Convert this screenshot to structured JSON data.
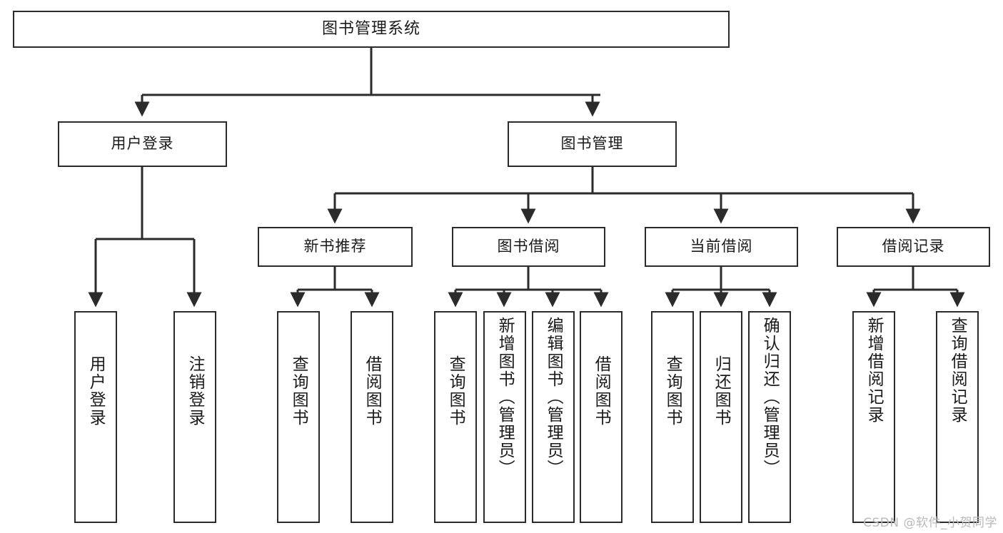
{
  "diagram": {
    "type": "tree",
    "title": "图书管理系统",
    "orientation": "top-down",
    "colors": {
      "stroke": "#2b2b2b",
      "fill": "#ffffff",
      "text": "#1a1a1a",
      "watermark": "#b9b9b9"
    },
    "nodes": {
      "root": {
        "label": "图书管理系统"
      },
      "level2": [
        {
          "id": "user-login",
          "label": "用户登录"
        },
        {
          "id": "book-manage",
          "label": "图书管理"
        }
      ],
      "level3": [
        {
          "id": "new-book-recommend",
          "label": "新书推荐"
        },
        {
          "id": "book-borrow",
          "label": "图书借阅"
        },
        {
          "id": "current-borrow",
          "label": "当前借阅"
        },
        {
          "id": "borrow-record",
          "label": "借阅记录"
        }
      ],
      "leaves": [
        {
          "id": "leaf-user-login",
          "label": "用户登录",
          "parent": "user-login"
        },
        {
          "id": "leaf-logout-login",
          "label": "注销登录",
          "parent": "user-login"
        },
        {
          "id": "leaf-query-book-1",
          "label": "查询图书",
          "parent": "new-book-recommend"
        },
        {
          "id": "leaf-borrow-book-1",
          "label": "借阅图书",
          "parent": "new-book-recommend"
        },
        {
          "id": "leaf-query-book-2",
          "label": "查询图书",
          "parent": "book-borrow"
        },
        {
          "id": "leaf-add-book",
          "label": "新增图书（管理员）",
          "parent": "book-borrow"
        },
        {
          "id": "leaf-edit-book",
          "label": "编辑图书（管理员）",
          "parent": "book-borrow"
        },
        {
          "id": "leaf-borrow-book-2",
          "label": "借阅图书",
          "parent": "book-borrow"
        },
        {
          "id": "leaf-query-book-3",
          "label": "查询图书",
          "parent": "current-borrow"
        },
        {
          "id": "leaf-return-book",
          "label": "归还图书",
          "parent": "current-borrow"
        },
        {
          "id": "leaf-confirm-return",
          "label": "确认归还（管理员）",
          "parent": "current-borrow"
        },
        {
          "id": "leaf-add-record",
          "label": "新增借阅记录",
          "parent": "borrow-record"
        },
        {
          "id": "leaf-query-record",
          "label": "查询借阅记录",
          "parent": "borrow-record"
        }
      ]
    }
  },
  "watermark": {
    "text": "CSDN @软件_小贺同学"
  }
}
